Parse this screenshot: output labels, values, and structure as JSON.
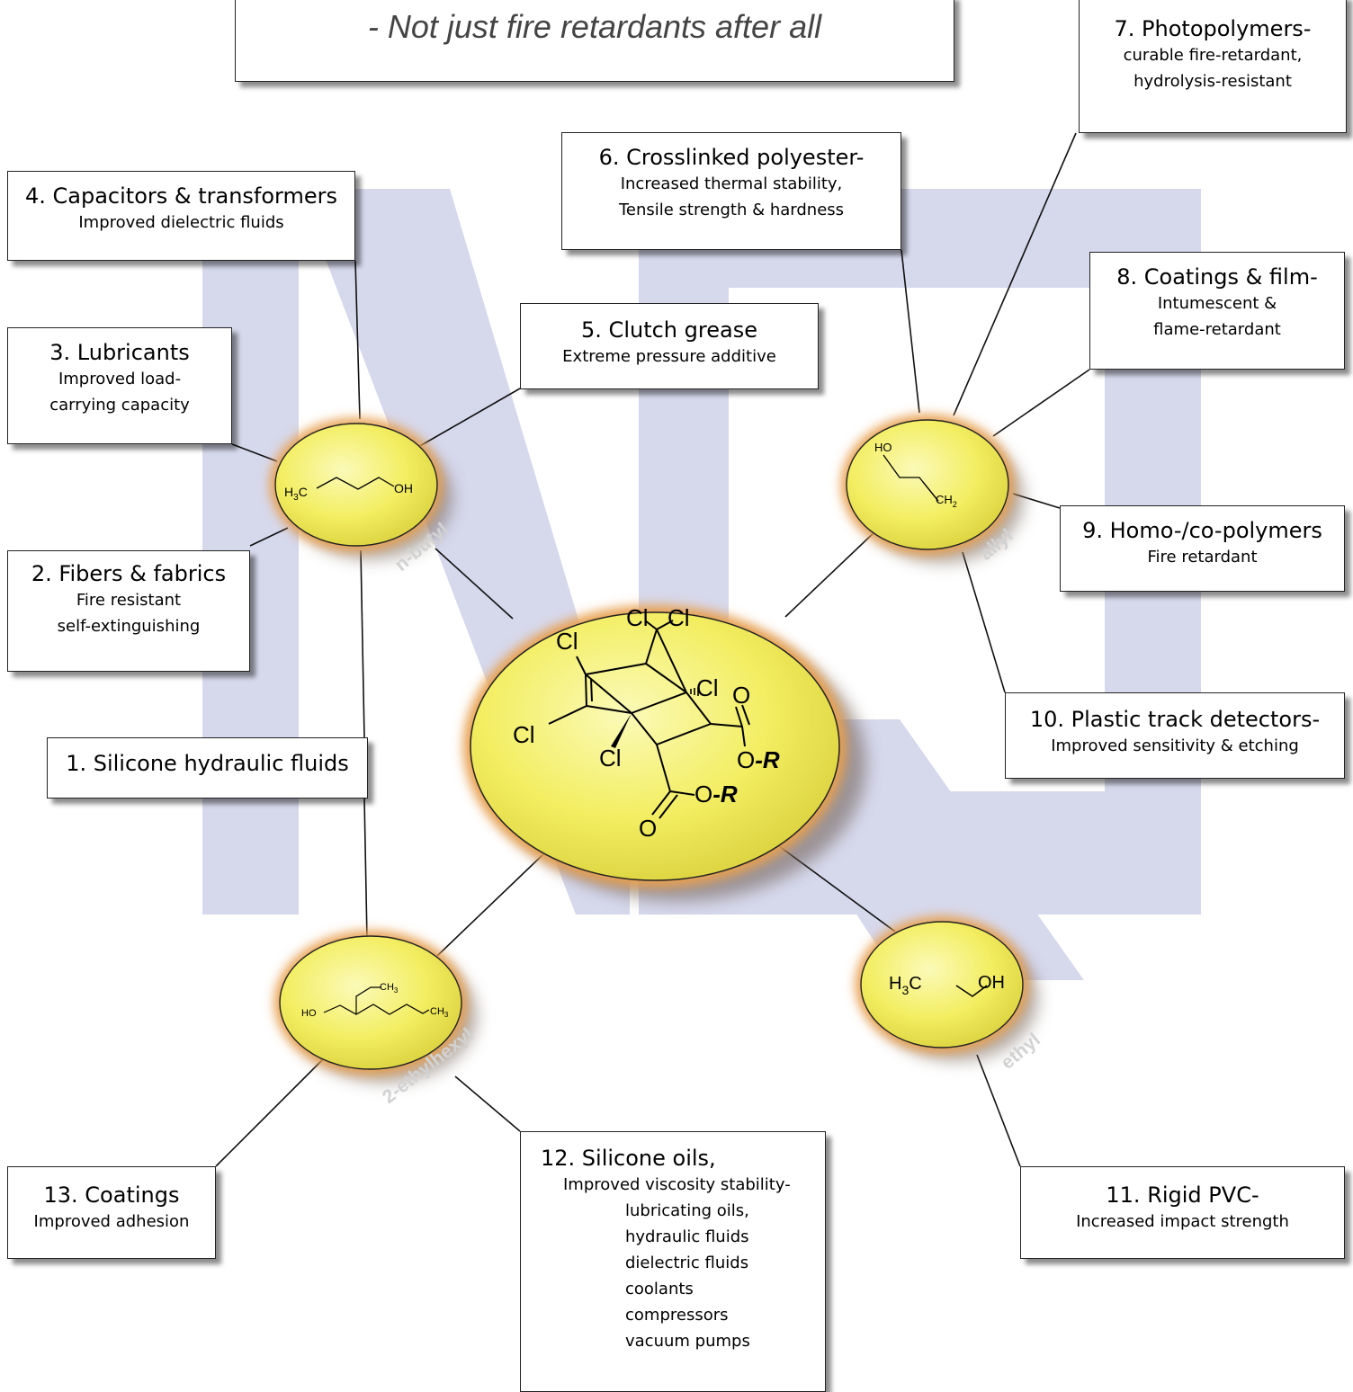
{
  "banner": {
    "text": "- Not just fire retardants after all"
  },
  "center": {
    "cl1": "Cl",
    "cl2": "Cl",
    "cl3": "Cl",
    "cl4": "Cl",
    "cl5": "Cl",
    "cl6": "Cl",
    "o1": "O",
    "o2": "O",
    "or1_o": "O",
    "or1_r": "-R",
    "or2_o": "O",
    "or2_r": "-R"
  },
  "alcohols": {
    "n_butyl": {
      "tag": "n-butyl",
      "left": "H",
      "sub3": "3",
      "c": "C",
      "right": "OH"
    },
    "allyl": {
      "tag": "allyl",
      "ho": "HO",
      "ch": "CH",
      "sub2": "2"
    },
    "ethyl": {
      "tag": "ethyl",
      "left": "H",
      "sub3": "3",
      "c": "C",
      "right": "OH"
    },
    "ethylhexyl": {
      "tag": "2-ethylhexyl",
      "ho": "HO",
      "ch3a": "CH",
      "ch3b": "CH",
      "sub3": "3"
    }
  },
  "boxes": {
    "b1": {
      "title": "1. Silicone hydraulic fluids"
    },
    "b2": {
      "title": "2. Fibers & fabrics",
      "lines": [
        "Fire resistant",
        "self-extinguishing"
      ]
    },
    "b3": {
      "title": "3. Lubricants",
      "lines": [
        "Improved load-",
        "carrying capacity"
      ]
    },
    "b4": {
      "title": "4. Capacitors & transformers",
      "lines": [
        "Improved dielectric fluids"
      ]
    },
    "b5": {
      "title": "5.  Clutch grease",
      "lines": [
        "Extreme pressure additive"
      ]
    },
    "b6": {
      "title": "6. Crosslinked polyester-",
      "lines": [
        "Increased thermal stability,",
        "Tensile strength & hardness"
      ]
    },
    "b7": {
      "title": "7. Photopolymers-",
      "lines": [
        "curable fire-retardant,",
        "hydrolysis-resistant"
      ]
    },
    "b8": {
      "title": "8.  Coatings & film-",
      "lines": [
        "Intumescent &",
        "flame-retardant"
      ]
    },
    "b9": {
      "title": "9.  Homo-/co-polymers",
      "lines": [
        "Fire retardant"
      ]
    },
    "b10": {
      "title": "10. Plastic track detectors-",
      "lines": [
        "Improved sensitivity & etching"
      ]
    },
    "b11": {
      "title": "11. Rigid PVC-",
      "lines": [
        "Increased impact strength"
      ]
    },
    "b12": {
      "title": "12.  Silicone oils,",
      "lines": [
        "Improved viscosity stability-",
        "lubricating oils,",
        "hydraulic fluids",
        "dielectric fluids",
        "coolants",
        "compressors",
        "vacuum pumps"
      ]
    },
    "b13": {
      "title": "13. Coatings",
      "lines": [
        "Improved adhesion"
      ]
    }
  },
  "colors": {
    "ellipse_fill": "#f5f06a",
    "ellipse_glow": "#e8a050",
    "watermark": "#d6d8ec"
  }
}
